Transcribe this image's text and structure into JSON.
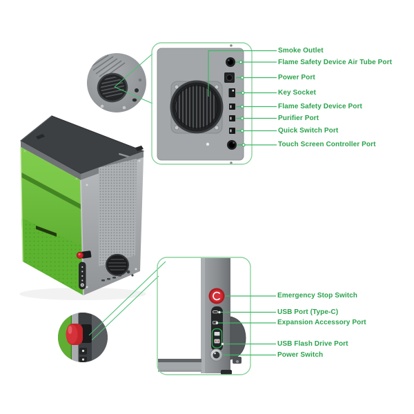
{
  "colors": {
    "label_text": "#2aa24c",
    "callout_line": "#3db767",
    "frame_border": "#8bd19e",
    "machine_green": "#69bd3a",
    "estop_red": "#cd2127",
    "panel_gray": "#a3a7a9"
  },
  "back_panel": {
    "labels": [
      "Smoke Outlet",
      "Flame Safety Device Air Tube Port",
      "Power Port",
      "Key Socket",
      "Flame Safety Device Port",
      "Purifier Port",
      "Quick Switch Port",
      "Touch Screen Controller Port"
    ]
  },
  "side_panel": {
    "labels": [
      "Emergency Stop Switch",
      "USB Port (Type-C)",
      "Expansion Accessory Port",
      "USB Flash Drive Port",
      "Power Switch"
    ]
  }
}
